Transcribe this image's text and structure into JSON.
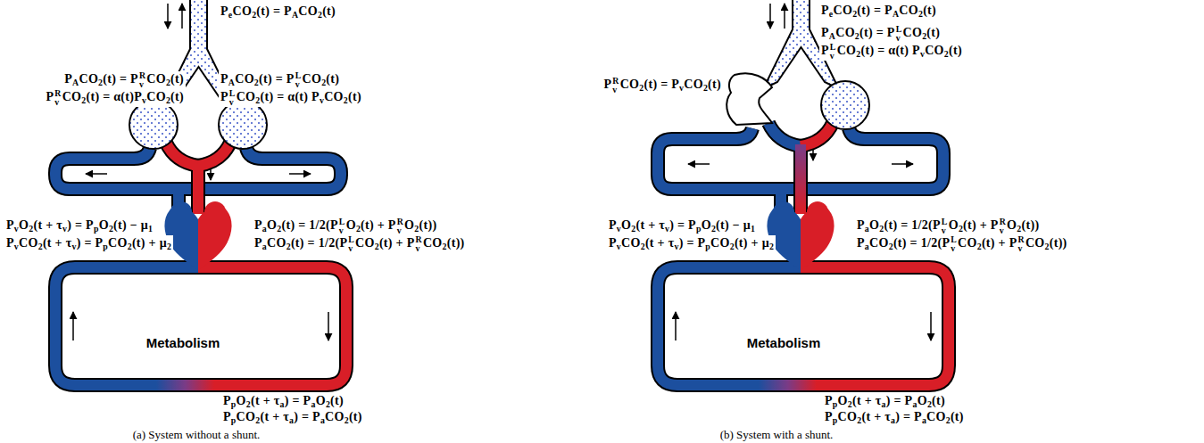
{
  "diagram": {
    "nodes": [
      {
        "text": [
          "Metabolism"
        ]
      },
      {
        "text": [
          "Metabolism"
        ]
      }
    ],
    "labels": [
      "PeCO2(t) = PACO2(t)",
      "PACO2(t) = PvRCO2(t)",
      "PACO2(t) = PvLCO2(t)",
      "PvRCO2(t) = α(t)PvCO2(t)",
      "PvLCO2(t) = α(t) PvCO2(t)",
      "PvO2(t + τv) = PpO2(t) − μ1",
      "PaO2(t) = 1/2(PvLO2(t) + PvRO2(t))",
      "PvCO2(t + τv) = PpCO2(t) + μ2",
      "PaCO2(t) = 1/2(PvLCO2(t) + PvRCO2(t))",
      "PpO2(t + τa) = PaO2(t)",
      "PpCO2(t + τa) = PaCO2(t)",
      "(a) System without a shunt.",
      "PeCO2(t) = PACO2(t)",
      "PACO2(t) = PvLCO2(t)",
      "PvLCO2(t) = α(t) PvCO2(t)",
      "PvRCO2(t) = PvCO2(t)",
      "PvO2(t + τv) = PpO2(t) − μ1",
      "PaO2(t) = 1/2(PvLO2(t) + PvRO2(t))",
      "PvCO2(t + τv) = PpCO2(t) + μ2",
      "PaCO2(t) = 1/2(PvLCO2(t) + PvRCO2(t))",
      "PpO2(t + τa) = PaO2(t)",
      "PpCO2(t + τa) = PaCO2(t)",
      "(b) System with a shunt."
    ]
  }
}
